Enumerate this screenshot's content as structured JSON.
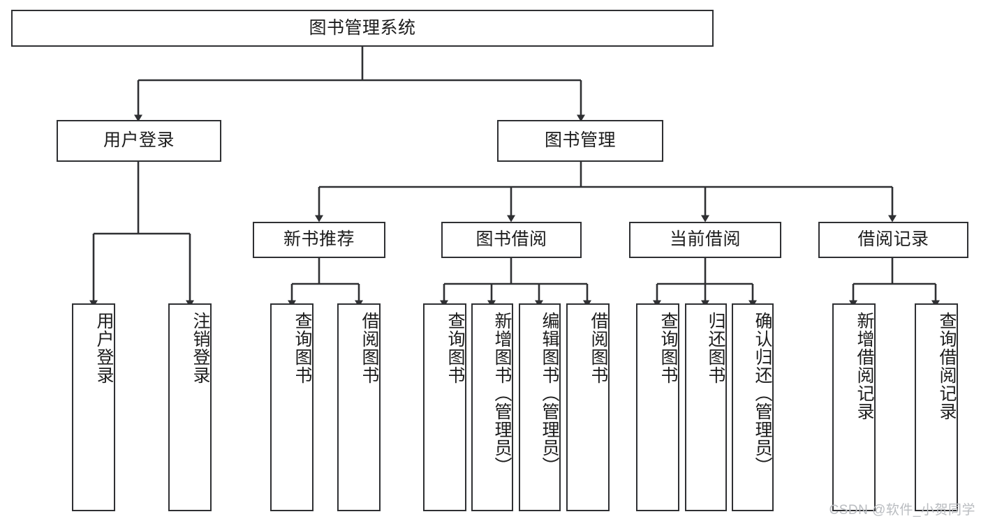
{
  "diagram": {
    "title": "图书管理系统",
    "type": "tree-hierarchy-chart",
    "background_color": "#ffffff",
    "line_color": "#2f3033",
    "box_border_color": "#2f3033",
    "text_color": "#1c1c1c"
  },
  "root": {
    "label": "图书管理系统"
  },
  "level1": [
    {
      "label": "用户登录"
    },
    {
      "label": "图书管理"
    }
  ],
  "level2": [
    {
      "label": "新书推荐"
    },
    {
      "label": "图书借阅"
    },
    {
      "label": "当前借阅"
    },
    {
      "label": "借阅记录"
    }
  ],
  "leaves": {
    "user_login": [
      {
        "label": "用户登录"
      },
      {
        "label": "注销登录"
      }
    ],
    "new_book_recommend": [
      {
        "label": "查询图书"
      },
      {
        "label": "借阅图书"
      }
    ],
    "book_borrow": [
      {
        "label": "查询图书"
      },
      {
        "label": "新增图书（管理员）"
      },
      {
        "label": "编辑图书（管理员）"
      },
      {
        "label": "借阅图书"
      }
    ],
    "current_borrow": [
      {
        "label": "查询图书"
      },
      {
        "label": "归还图书"
      },
      {
        "label": "确认归还（管理员）"
      }
    ],
    "borrow_record": [
      {
        "label": "新增借阅记录"
      },
      {
        "label": "查询借阅记录"
      }
    ]
  },
  "watermark": {
    "text": "CSDN @软件_小贺同学"
  }
}
